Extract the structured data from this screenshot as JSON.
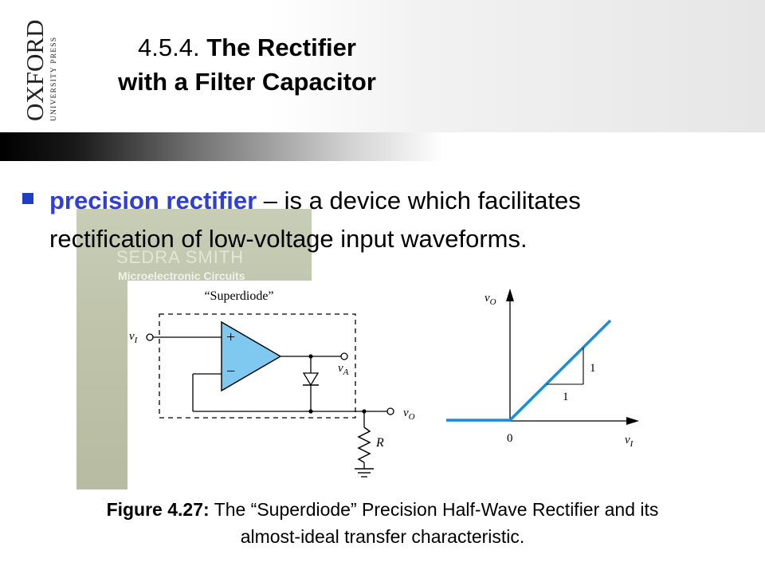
{
  "logo": {
    "name": "OXFORD",
    "sub": "UNIVERSITY PRESS"
  },
  "title": {
    "number": "4.5.4.",
    "line1_rest": "The Rectifier",
    "line2": "with a Filter Capacitor"
  },
  "bullet": {
    "term": "precision rectifier",
    "text_line1": " – is a device which facilitates",
    "text_line2": "rectification of low-voltage input waveforms."
  },
  "book_cover": {
    "author": "SEDRA SMITH",
    "subtitle": "Microelectronic Circuits"
  },
  "circuit": {
    "box_label": "“Superdiode”",
    "input_label": "v",
    "input_sub": "I",
    "node_label": "v",
    "node_sub": "A",
    "output_label": "v",
    "output_sub": "O",
    "resistor_label": "R",
    "plus": "+",
    "minus": "−"
  },
  "graph": {
    "y_label": "v",
    "y_sub": "O",
    "x_label": "v",
    "x_sub": "I",
    "origin": "0",
    "slope_rise": "1",
    "slope_run": "1",
    "line_color": "#1b8fd6"
  },
  "caption": {
    "figure": "Figure 4.27:",
    "text_line1": " The “Superdiode” Precision Half-Wave Rectifier and its",
    "text_line2": "almost-ideal transfer characteristic."
  }
}
